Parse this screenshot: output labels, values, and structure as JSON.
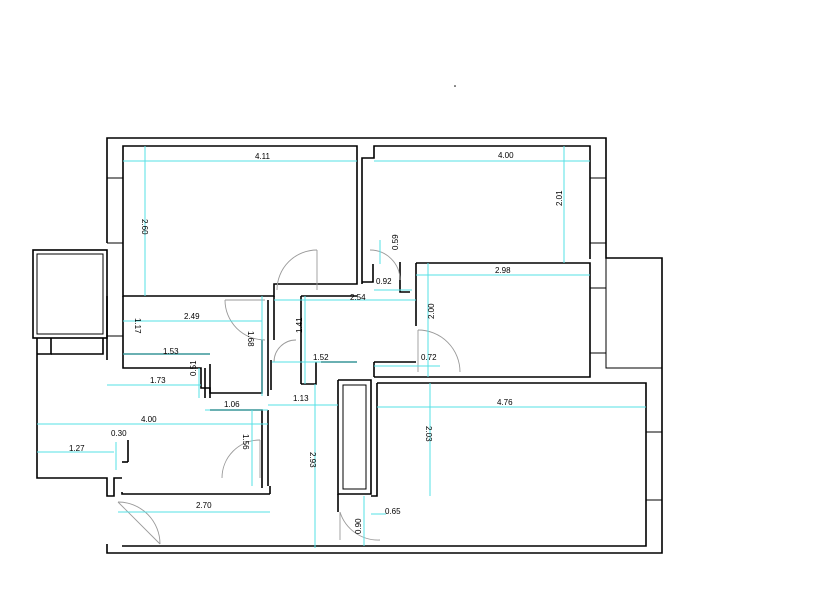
{
  "colors": {
    "walls": "#000000",
    "dimension_lines": "#55e0e6",
    "door_swings": "#9a9a9a"
  },
  "dimensions": [
    "4.11",
    "4.00",
    "2.60",
    "2.01",
    "0.59",
    "0.92",
    "2.98",
    "2.54",
    "1.17",
    "2.49",
    "1.68",
    "1.41",
    "2.00",
    "1.53",
    "1.52",
    "0.72",
    "1.73",
    "0.51",
    "1.13",
    "4.76",
    "1.06",
    "4.00",
    "2.03",
    "0.30",
    "1.27",
    "1.56",
    "2.93",
    "2.70",
    "0.65",
    "0.90"
  ]
}
